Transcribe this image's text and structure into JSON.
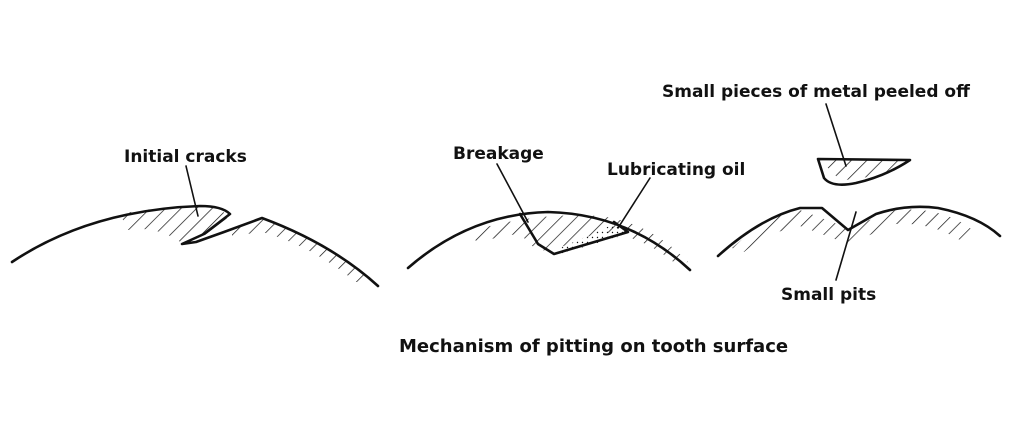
{
  "labels": {
    "initial_cracks": "Initial cracks",
    "breakage": "Breakage",
    "lubricating_oil": "Lubricating oil",
    "metal_peeled": "Small pieces of metal peeled off",
    "small_pits": "Small pits"
  },
  "caption": "Mechanism of pitting on tooth surface",
  "colors": {
    "ink": "#111111",
    "background": "#ffffff"
  }
}
